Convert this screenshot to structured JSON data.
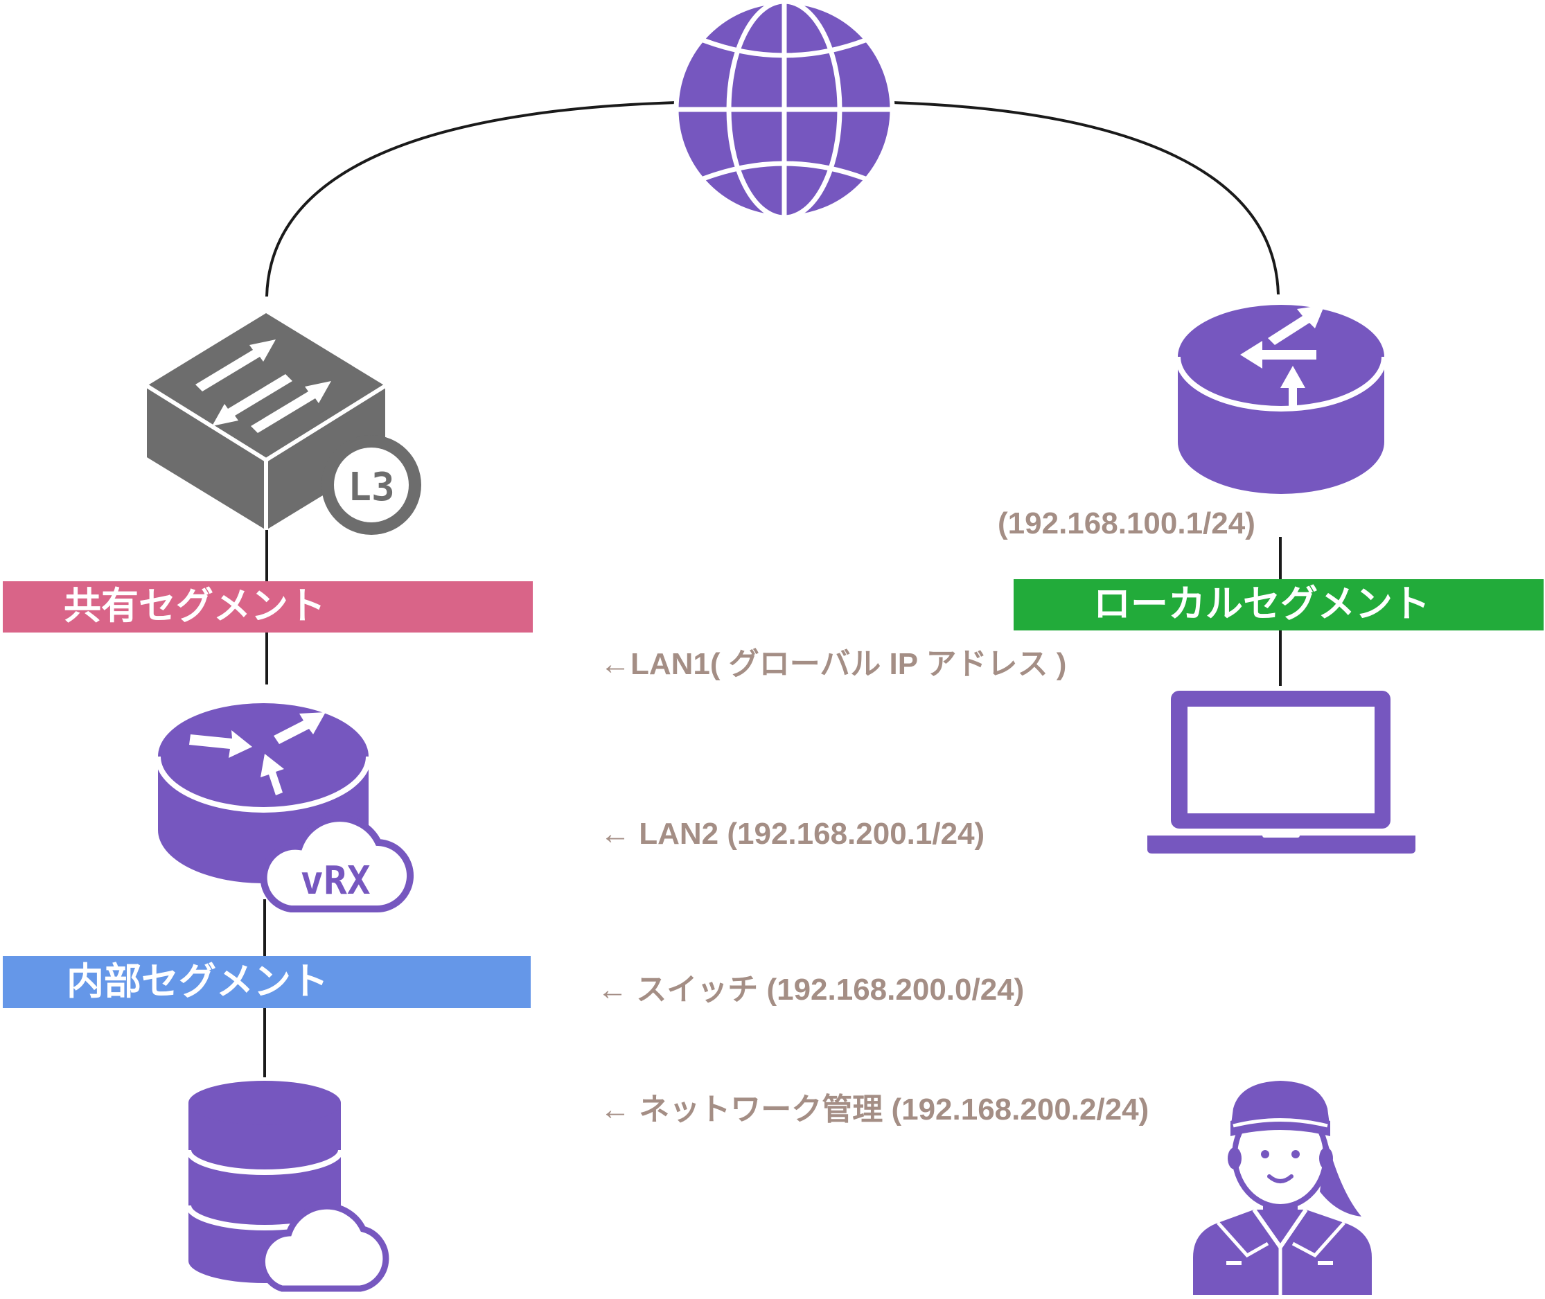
{
  "colors": {
    "purple": "#7657bf",
    "gray": "#6d6d6d",
    "annotation": "#a48e85",
    "line": "#1a1a1a",
    "shared_segment": "#d96488",
    "internal_segment": "#6597e8",
    "local_segment": "#22ab3a"
  },
  "nodes": {
    "internet": {
      "icon": "globe-icon"
    },
    "l3_switch": {
      "icon": "l3-switch-icon",
      "badge": "L3"
    },
    "local_router": {
      "icon": "router-icon"
    },
    "vrx_router": {
      "icon": "router-icon",
      "badge": "vRX"
    },
    "laptop": {
      "icon": "laptop-icon"
    },
    "cloud_database": {
      "icon": "cloud-database-icon"
    },
    "operator": {
      "icon": "operator-person-icon"
    }
  },
  "segments": {
    "shared": "共有セグメント",
    "internal": "内部セグメント",
    "local": "ローカルセグメント"
  },
  "annotations": {
    "local_router_ip": "(192.168.100.1/24)",
    "lan1": "←LAN1( グローバル IP アドレス )",
    "lan2": "← LAN2 (192.168.200.1/24)",
    "switch": "← スイッチ (192.168.200.0/24)",
    "network_mgmt": "← ネットワーク管理 (192.168.200.2/24)"
  }
}
